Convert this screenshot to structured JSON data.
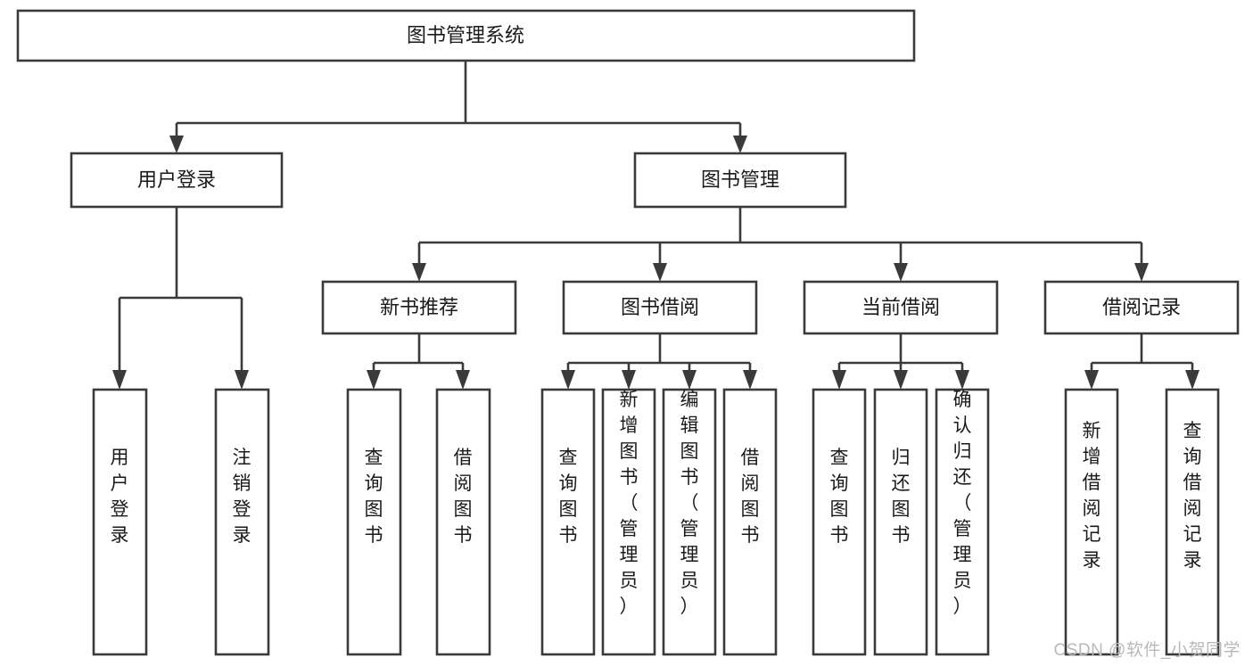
{
  "diagram": {
    "type": "tree",
    "title": "图书管理系统",
    "colors": {
      "box_stroke": "#3a3a3a",
      "box_fill": "#ffffff",
      "connector": "#3a3a3a",
      "text": "#1a1a1a",
      "watermark": "#b9b9b9",
      "background": "#ffffff"
    },
    "root": {
      "label": "图书管理系统"
    },
    "level2": [
      {
        "label": "用户登录"
      },
      {
        "label": "图书管理"
      }
    ],
    "level3": [
      {
        "label": "新书推荐"
      },
      {
        "label": "图书借阅"
      },
      {
        "label": "当前借阅"
      },
      {
        "label": "借阅记录"
      }
    ],
    "leaves": {
      "user_login": [
        {
          "label": "用户登录"
        },
        {
          "label": "注销登录"
        }
      ],
      "new_book_recommend": [
        {
          "label": "查询图书"
        },
        {
          "label": "借阅图书"
        }
      ],
      "book_borrow": [
        {
          "label": "查询图书"
        },
        {
          "label": "新增图书（管理员）"
        },
        {
          "label": "编辑图书（管理员）"
        },
        {
          "label": "借阅图书"
        }
      ],
      "current_borrow": [
        {
          "label": "查询图书"
        },
        {
          "label": "归还图书"
        },
        {
          "label": "确认归还（管理员）"
        }
      ],
      "borrow_record": [
        {
          "label": "新增借阅记录"
        },
        {
          "label": "查询借阅记录"
        }
      ]
    }
  },
  "watermark": {
    "text": "CSDN @软件_小贺同学"
  }
}
